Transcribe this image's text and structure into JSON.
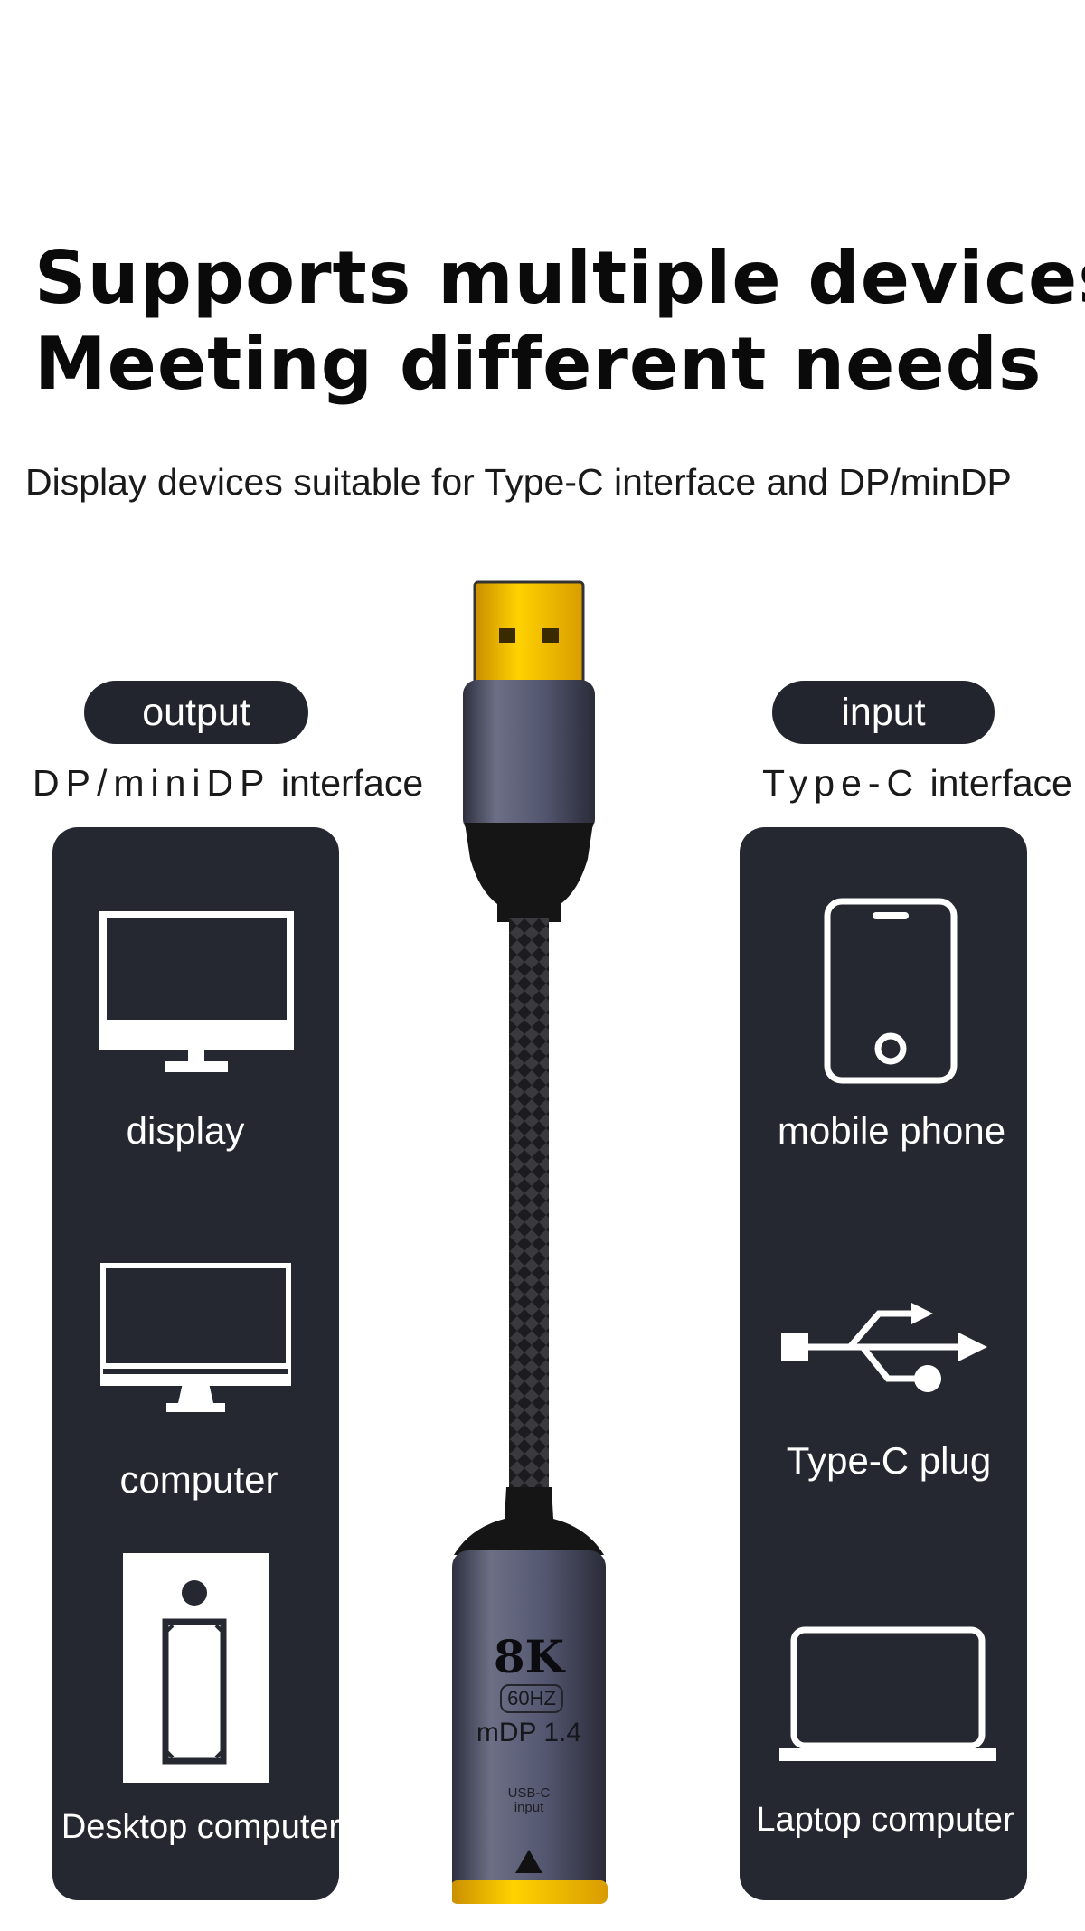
{
  "headline": {
    "line1": "Supports multiple devices",
    "line2": "Meeting different needs"
  },
  "subtitle": "Display devices suitable for Type-C interface and DP/minDP",
  "output": {
    "pill": "output",
    "interface_prefix": "DP/miniDP",
    "interface_suffix": "interface",
    "devices": [
      {
        "label": "display",
        "icon": "monitor-icon"
      },
      {
        "label": "computer",
        "icon": "computer-monitor-icon"
      },
      {
        "label": "Desktop computer",
        "icon": "desktop-tower-icon"
      }
    ]
  },
  "input": {
    "pill": "input",
    "interface_prefix": "Type-C",
    "interface_suffix": "interface",
    "devices": [
      {
        "label": "mobile phone",
        "icon": "phone-icon"
      },
      {
        "label": "Type-C plug",
        "icon": "usb-icon"
      },
      {
        "label": "Laptop computer",
        "icon": "laptop-icon"
      }
    ]
  },
  "adapter": {
    "badge_main": "8K",
    "badge_hz": "60HZ",
    "badge_spec": "mDP 1.4",
    "port_line1": "USB-C",
    "port_line2": "input"
  },
  "colors": {
    "panel": "#262831",
    "pill": "#23252e",
    "metal": "#4e5163",
    "gold": "#e8b400"
  }
}
